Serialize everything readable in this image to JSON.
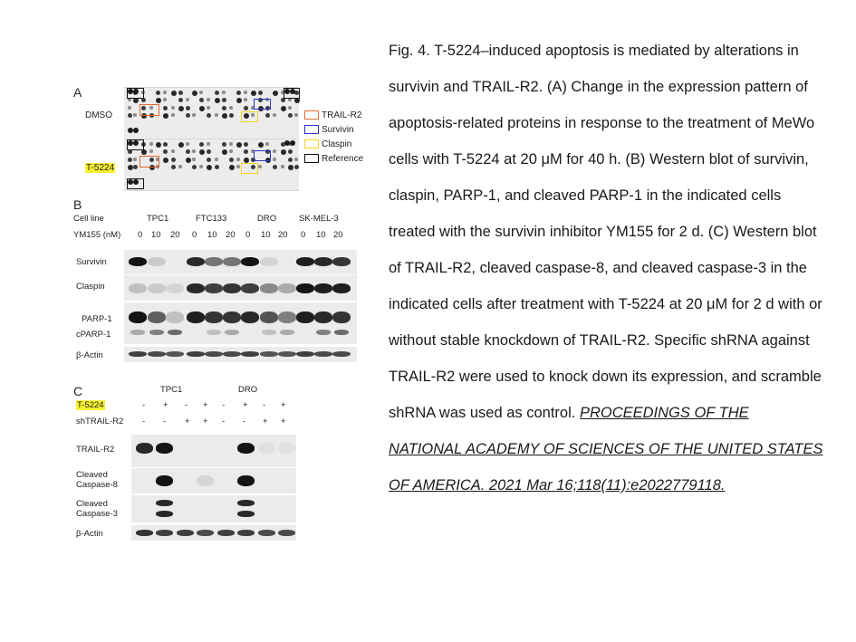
{
  "figure": {
    "panels": {
      "A": {
        "letter": "A",
        "rows": [
          "DMSO",
          "T-5224"
        ],
        "legend": [
          {
            "label": "TRAIL-R2",
            "color": "#e06a2c"
          },
          {
            "label": "Survivin",
            "color": "#2b34c9"
          },
          {
            "label": "Claspin",
            "color": "#f2d01f"
          },
          {
            "label": "Reference",
            "color": "#111111"
          }
        ]
      },
      "B": {
        "letter": "B",
        "cell_line_label": "Cell line",
        "cell_lines": [
          "TPC1",
          "FTC133",
          "DRO",
          "SK-MEL-3"
        ],
        "dose_label": "YM155 (nM)",
        "doses": [
          "0",
          "10",
          "20",
          "0",
          "10",
          "20",
          "0",
          "10",
          "20",
          "0",
          "10",
          "20"
        ],
        "blots": [
          "Survivin",
          "Claspin",
          "PARP-1",
          "cPARP-1",
          "β-Actin"
        ]
      },
      "C": {
        "letter": "C",
        "groups": [
          "TPC1",
          "DRO"
        ],
        "t5224_label": "T-5224",
        "t5224_signs": [
          "-",
          "+",
          "-",
          "+",
          "-",
          "+",
          "-",
          "+"
        ],
        "shtrail_label": "shTRAIL-R2",
        "shtrail_signs": [
          "-",
          "-",
          "+",
          "+",
          "-",
          "-",
          "+",
          "+"
        ],
        "blots": [
          "TRAIL-R2",
          "Cleaved\nCaspase-8",
          "Cleaved\nCaspase-3",
          "β-Actin"
        ]
      }
    }
  },
  "caption": {
    "text": "Fig. 4. T-5224–induced apoptosis is mediated by alterations in survivin and TRAIL-R2. (A) Change in the expression pattern of apoptosis-related proteins in response to the treatment of MeWo cells with T-5224 at 20 μM for 40 h. (B) Western blot of survivin, claspin, PARP-1, and cleaved PARP-1 in the indicated cells treated with the survivin inhibitor YM155 for 2 d. (C) Western blot of TRAIL-R2, cleaved caspase-8, and cleaved caspase-3 in the indicated cells after treatment with T-5224 at 20 μM for 2 d with or without stable knockdown of TRAIL-R2. Specific shRNA against TRAIL-R2 were used to knock down its expression, and scramble shRNA was used as control. ",
    "citation": "PROCEEDINGS OF THE NATIONAL ACADEMY OF SCIENCES OF THE UNITED STATES OF AMERICA. 2021 Mar 16;118(11):e2022779118."
  }
}
